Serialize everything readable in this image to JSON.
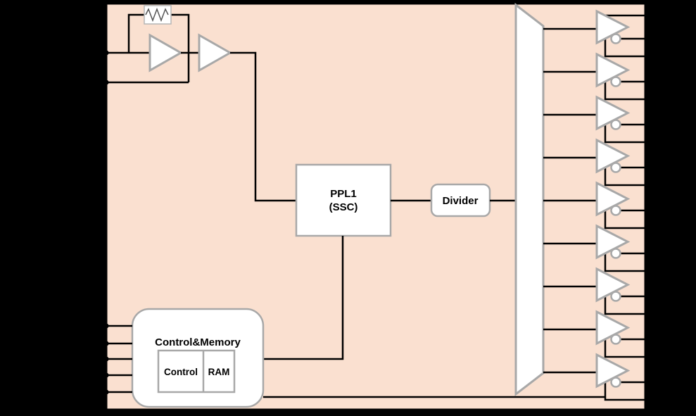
{
  "diagram": {
    "type": "ic-block-diagram",
    "blocks": {
      "pll": {
        "line1": "PPL1",
        "line2": "(SSC)"
      },
      "divider": {
        "label": "Divider"
      },
      "control_memory": {
        "title": "Control&Memory",
        "control_label": "Control",
        "ram_label": "RAM"
      }
    },
    "symbols": {
      "feedback_resistor": "resistor-zigzag",
      "oscillator_amps": 2,
      "mux": "trapezoid",
      "output_buffers": 9
    },
    "pins": {
      "left_crystal_pins": 2,
      "left_control_pins": 5,
      "right_output_pins": 19
    },
    "colors": {
      "background": "#000000",
      "chip_fill": "#fae0d0",
      "chip_border": "#000000",
      "block_fill": "#ffffff",
      "block_border": "#a8a8a8",
      "wire": "#000000"
    }
  }
}
